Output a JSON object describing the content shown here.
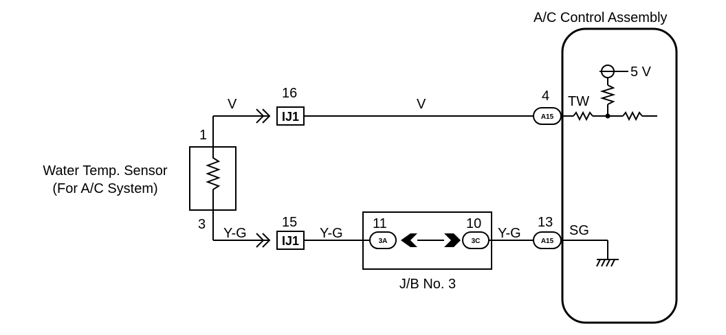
{
  "colors": {
    "ink": "#000000",
    "paper": "#ffffff"
  },
  "control_assembly": {
    "title": "A/C Control Assembly"
  },
  "supply": {
    "voltage_label": "5 V"
  },
  "terminals": {
    "tw": "TW",
    "sg": "SG"
  },
  "sensor": {
    "line1": "Water Temp. Sensor",
    "line2": "(For A/C System)",
    "pin_top": "1",
    "pin_bottom": "3"
  },
  "wires": {
    "upper_left": "V",
    "upper_mid": "V",
    "lower_left": "Y-G",
    "lower_mid": "Y-G",
    "lower_right": "Y-G"
  },
  "connectors": {
    "ij1_upper": {
      "label": "IJ1",
      "pin": "16"
    },
    "ij1_lower": {
      "label": "IJ1",
      "pin": "15"
    },
    "a15_upper": {
      "label": "A15",
      "pin": "4"
    },
    "a15_lower": {
      "label": "A15",
      "pin": "13"
    },
    "jb_3a": {
      "label": "3A",
      "pin": "11"
    },
    "jb_3c": {
      "label": "3C",
      "pin": "10"
    }
  },
  "junction_block": {
    "label": "J/B No. 3"
  }
}
